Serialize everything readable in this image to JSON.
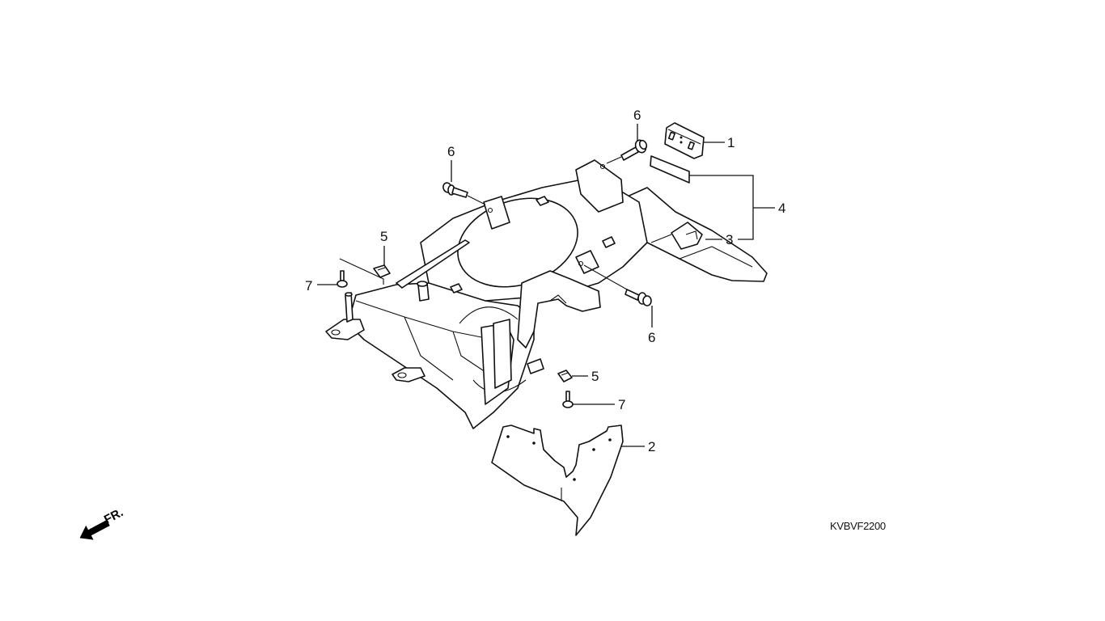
{
  "diagram": {
    "title": "Rear fender / inner fender exploded parts view",
    "drawing_code": "KVBVF2200",
    "direction_indicator": {
      "label": "FR.",
      "icon": "front-direction-arrow-icon"
    },
    "line_color": "#111111",
    "background": "#ffffff",
    "callouts": [
      {
        "id": "c1",
        "number": "1",
        "part": "rubber-block"
      },
      {
        "id": "c2",
        "number": "2",
        "part": "splash-guard-plate"
      },
      {
        "id": "c3",
        "number": "3",
        "part": "hook-clip"
      },
      {
        "id": "c4",
        "number": "4",
        "part": "assembly-group-bracket"
      },
      {
        "id": "c5a",
        "number": "5",
        "part": "clip-nut"
      },
      {
        "id": "c5b",
        "number": "5",
        "part": "clip-nut"
      },
      {
        "id": "c6a",
        "number": "6",
        "part": "flange-bolt"
      },
      {
        "id": "c6b",
        "number": "6",
        "part": "flange-bolt"
      },
      {
        "id": "c6c",
        "number": "6",
        "part": "flange-bolt"
      },
      {
        "id": "c7a",
        "number": "7",
        "part": "tapping-screw"
      },
      {
        "id": "c7b",
        "number": "7",
        "part": "tapping-screw"
      }
    ]
  }
}
